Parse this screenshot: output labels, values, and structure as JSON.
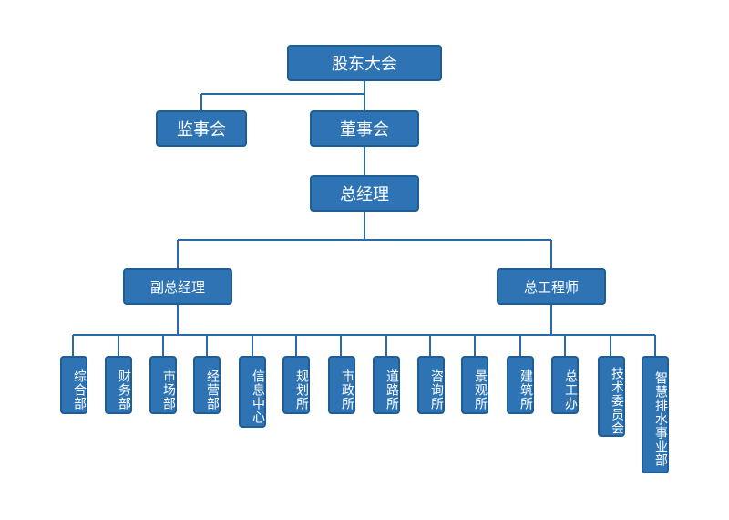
{
  "nodes": {
    "shareholders": "股东大会",
    "supervisors": "监事会",
    "board": "董事会",
    "gm": "总经理",
    "deputy_gm": "副总经理",
    "chief_engineer": "总工程师"
  },
  "deputy_departments": [
    "综合部",
    "财务部",
    "市场部",
    "经营部",
    "信息中心"
  ],
  "engineer_departments": [
    "规划所",
    "市政所",
    "道路所",
    "咨询所",
    "景观所",
    "建筑所",
    "总工办",
    "技术委员会",
    "智慧排水事业部"
  ],
  "colors": {
    "box": "#2e74b5",
    "border": "#1f5d95",
    "line": "#2a6ba7",
    "text": "#ffffff"
  }
}
